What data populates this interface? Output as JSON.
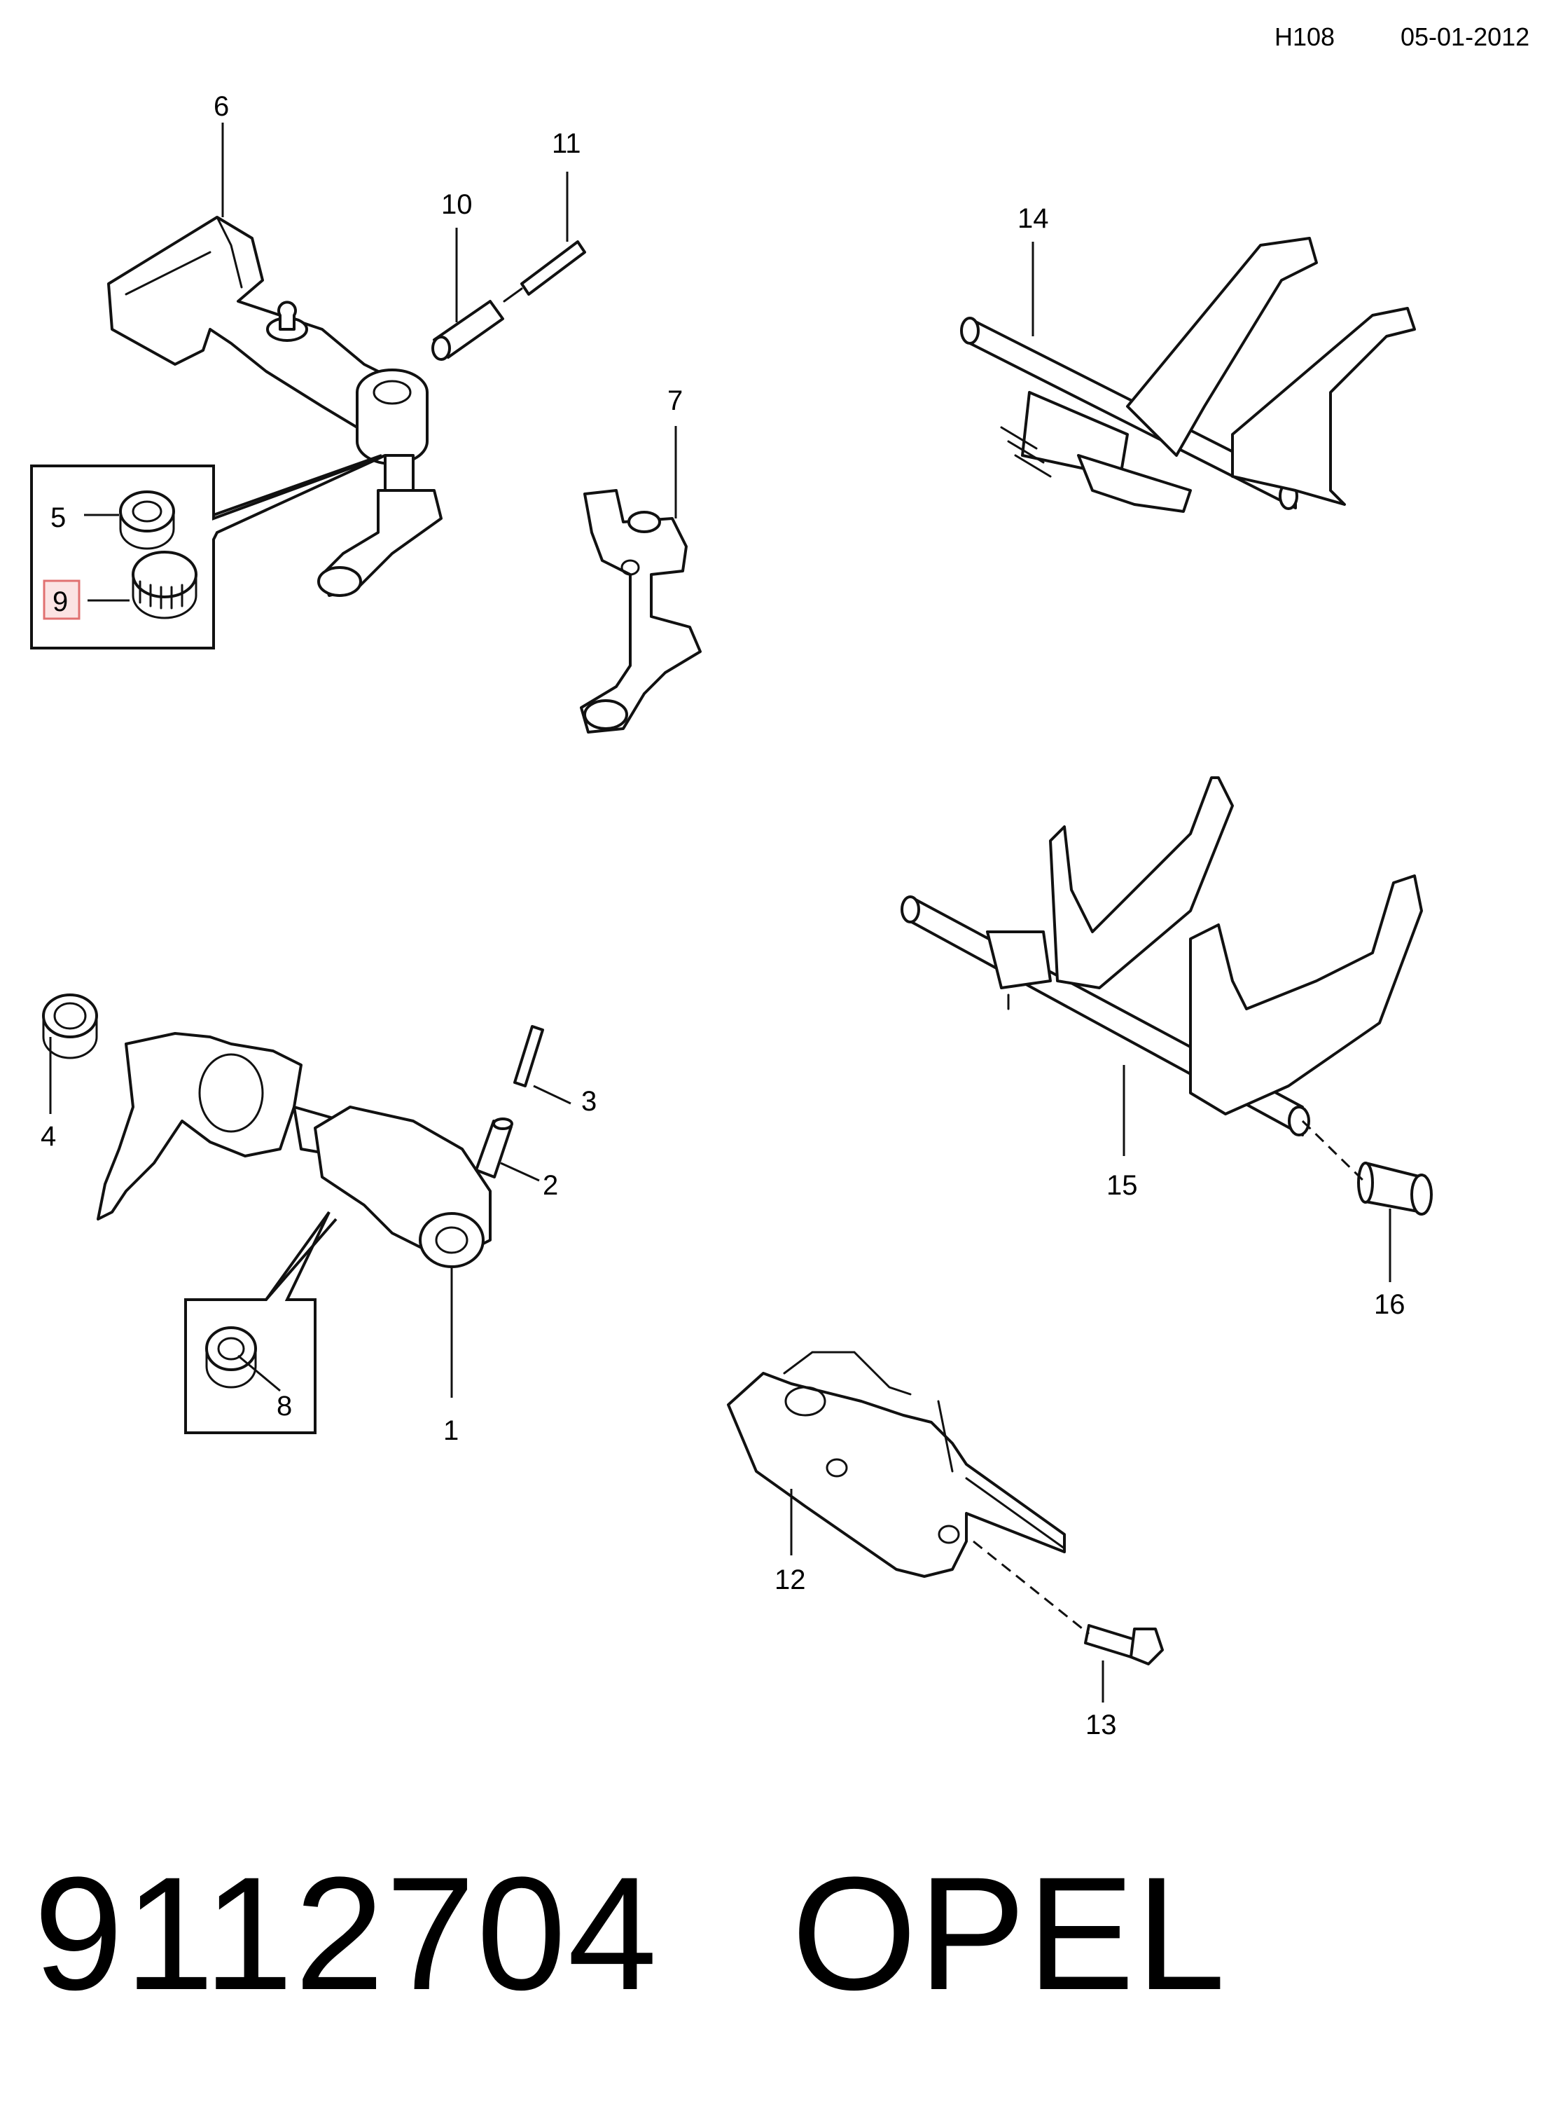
{
  "header": {
    "code": "H108",
    "date": "05-01-2012"
  },
  "callouts": [
    "1",
    "2",
    "3",
    "4",
    "5",
    "6",
    "7",
    "8",
    "9",
    "10",
    "11",
    "12",
    "13",
    "14",
    "15",
    "16"
  ],
  "highlighted_callout": "9",
  "footer": {
    "part_number": "9112704",
    "brand": "OPEL"
  },
  "colors": {
    "highlight_border": "#e07070",
    "highlight_fill": "#fbe3e3",
    "line": "#111111"
  }
}
